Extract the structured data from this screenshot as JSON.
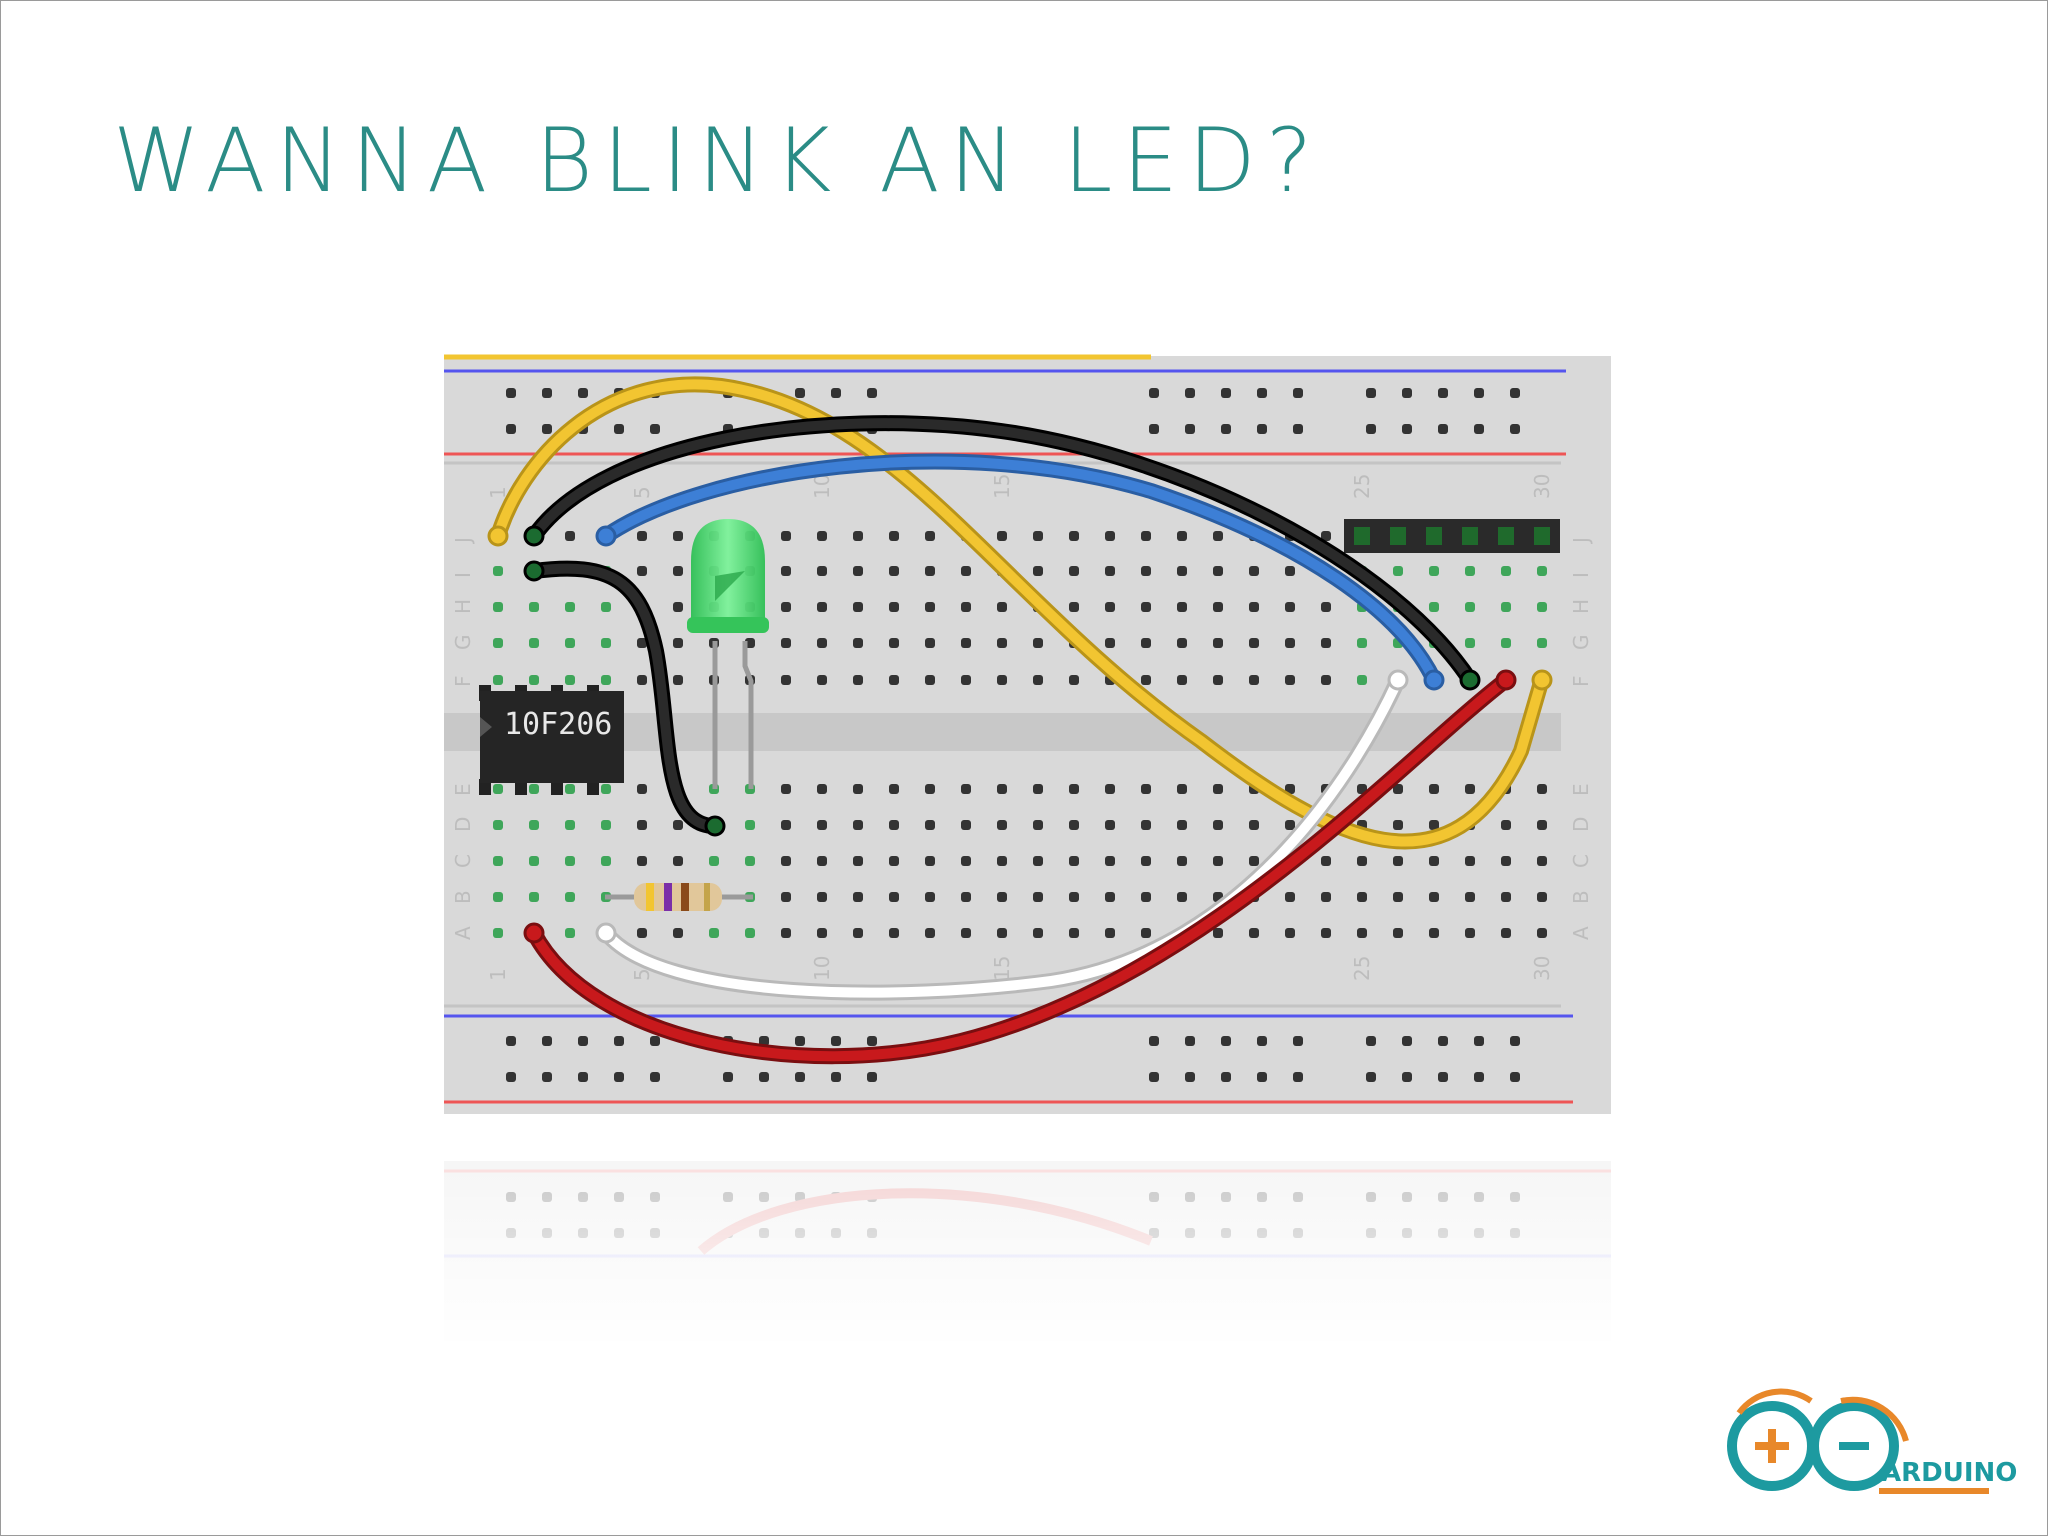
{
  "slide": {
    "title": "WANNA BLINK AN LED?"
  },
  "breadboard": {
    "chip_label": "10F206",
    "column_numbers": [
      "1",
      "5",
      "10",
      "15",
      "25",
      "30"
    ],
    "row_letters_top": [
      "J",
      "I",
      "H",
      "G",
      "F"
    ],
    "row_letters_bottom": [
      "E",
      "D",
      "C",
      "B",
      "A"
    ],
    "colors": {
      "wire_yellow": "#f2c531",
      "wire_black": "#222222",
      "wire_blue": "#3d7fd6",
      "wire_white": "#ffffff",
      "wire_red": "#c8191c",
      "led_green": "#45d36a",
      "rail_blue": "#5555ee",
      "rail_red": "#ee5555",
      "board": "#d9d9d9"
    }
  },
  "logo": {
    "text": "ARDUINO",
    "icon": "arduino-infinity-icon",
    "colors": {
      "teal": "#1d9aa0",
      "orange": "#e8882a"
    }
  }
}
